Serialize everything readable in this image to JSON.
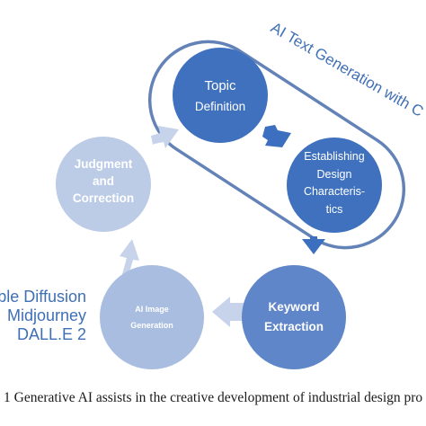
{
  "colors": {
    "dark_blue": "#3f71be",
    "mid_blue": "#5f86c8",
    "light_blue": "#a8bde0",
    "pale_blue": "#bccbe6",
    "arrow_dark": "#3c6fc0",
    "arrow_light": "#c7d3ea",
    "outline": "#6383b8",
    "side_text": "#3f6fb5"
  },
  "loop_label": "AI Text Generation with Chat",
  "nodes": {
    "topic": [
      "Topic",
      "Definition"
    ],
    "establishing": [
      "Establishing",
      "Design",
      "Characteris-",
      "tics"
    ],
    "keyword": [
      "Keyword",
      "Extraction"
    ],
    "image_generation": [
      "AI Image",
      "Generation"
    ],
    "judgment": [
      "Judgment",
      "and",
      "Correction"
    ]
  },
  "image_tools": [
    "ble Diffusion",
    "Midjourney",
    "DALL.E 2"
  ],
  "caption": "1 Generative AI assists in the creative development of industrial design pro"
}
